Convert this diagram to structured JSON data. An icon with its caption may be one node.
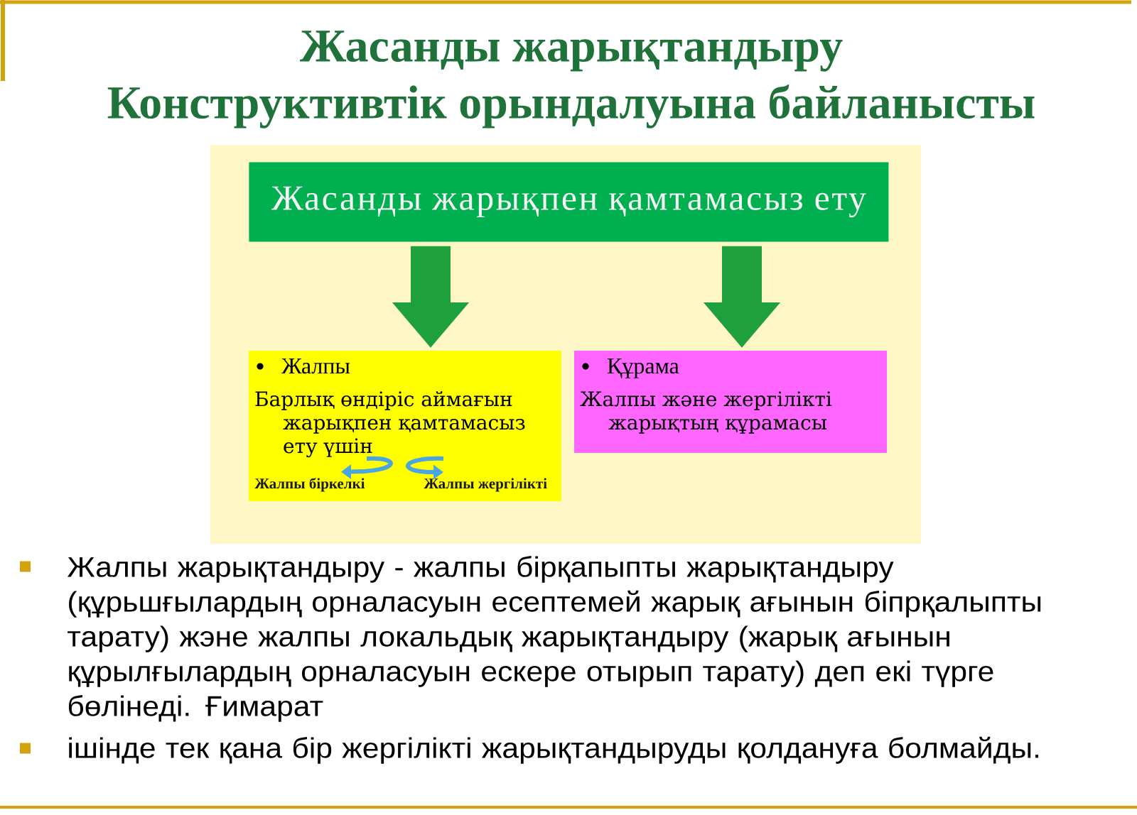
{
  "diagram": {
    "title": "Жасанды жарықтандыру Конструктивтік орындалуына байланысты",
    "nodes": [
      {
        "text": [
          "Жасанды жарықпен қамтамасыз ету"
        ]
      },
      {
        "text": [
          "Жалпы",
          "Барлық өндіріс аймағын жарықпен қамтамасыз ету үшін"
        ]
      },
      {
        "text": [
          "Жалпы біркелкі"
        ],
        "in": 1
      },
      {
        "text": [
          "Жалпы жергілікті"
        ],
        "in": 1
      },
      {
        "text": [
          "Құрама",
          "Жалпы және жергілікті жарықтың құрамасы"
        ]
      }
    ],
    "edges": [
      {
        "from": 0,
        "to": 1,
        "arrow": "to",
        "style": "thick",
        "color": "#1ea03c"
      },
      {
        "from": 0,
        "to": 4,
        "arrow": "to",
        "style": "thick",
        "color": "#1ea03c"
      },
      {
        "from": null,
        "to": 2,
        "arrow": "to",
        "color": "#4aa5e0"
      },
      {
        "from": null,
        "to": 3,
        "arrow": "to",
        "color": "#4aa5e0"
      }
    ],
    "labels": [
      "Жалпы жарықтандыру - жалпы бірқапыпты жарықтандыру (құрьшғылардың орналасуын есептемей жарық ағынын біпрқалыпты тарату) жэне жалпы локальдық жарықтандыру (жарық ағынын құрылғылардың орналасуын ескере отырып тарату) деп екі түрге бөлінеді. Ғимарат",
      "ішінде тек қана бір жергілікті жарықтандыруды қолдануға болмайды."
    ]
  }
}
